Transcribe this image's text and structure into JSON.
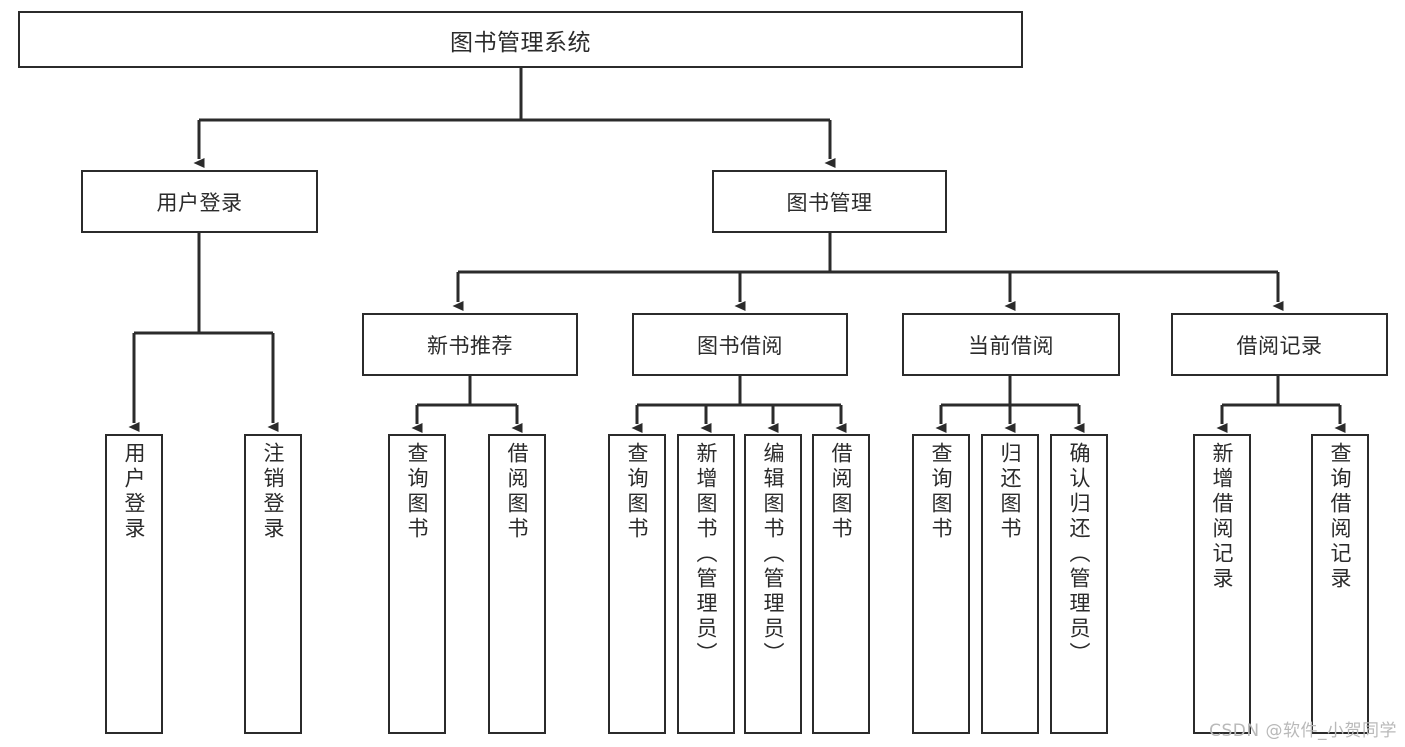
{
  "diagram": {
    "title": "图书管理系统",
    "type": "tree",
    "watermark": "CSDN @软件_小贺同学",
    "colors": {
      "stroke": "#2b2b2b",
      "fill": "#ffffff",
      "text": "#2b2b2b",
      "watermark": "#b9b9b9"
    },
    "root": {
      "id": "root",
      "label": "图书管理系统"
    },
    "level1": [
      {
        "id": "user-login",
        "label": "用户登录"
      },
      {
        "id": "book-management",
        "label": "图书管理"
      }
    ],
    "level2": [
      {
        "id": "new-book-recommend",
        "label": "新书推荐",
        "parent": "book-management"
      },
      {
        "id": "book-borrow",
        "label": "图书借阅",
        "parent": "book-management"
      },
      {
        "id": "current-borrow",
        "label": "当前借阅",
        "parent": "book-management"
      },
      {
        "id": "borrow-record",
        "label": "借阅记录",
        "parent": "book-management"
      }
    ],
    "leaves": [
      {
        "id": "leaf-user-login",
        "label": "用户登录",
        "parent": "user-login"
      },
      {
        "id": "leaf-user-logout",
        "label": "注销登录",
        "parent": "user-login"
      },
      {
        "id": "leaf-query-book-1",
        "label": "查询图书",
        "parent": "new-book-recommend"
      },
      {
        "id": "leaf-borrow-book-1",
        "label": "借阅图书",
        "parent": "new-book-recommend"
      },
      {
        "id": "leaf-query-book-2",
        "label": "查询图书",
        "parent": "book-borrow"
      },
      {
        "id": "leaf-add-book",
        "label": "新增图书（管理员）",
        "parent": "book-borrow"
      },
      {
        "id": "leaf-edit-book",
        "label": "编辑图书（管理员）",
        "parent": "book-borrow"
      },
      {
        "id": "leaf-borrow-book-2",
        "label": "借阅图书",
        "parent": "book-borrow"
      },
      {
        "id": "leaf-query-book-3",
        "label": "查询图书",
        "parent": "current-borrow"
      },
      {
        "id": "leaf-return-book",
        "label": "归还图书",
        "parent": "current-borrow"
      },
      {
        "id": "leaf-confirm-return",
        "label": "确认归还（管理员）",
        "parent": "current-borrow"
      },
      {
        "id": "leaf-add-record",
        "label": "新增借阅记录",
        "parent": "borrow-record"
      },
      {
        "id": "leaf-query-record",
        "label": "查询借阅记录",
        "parent": "borrow-record"
      }
    ]
  }
}
